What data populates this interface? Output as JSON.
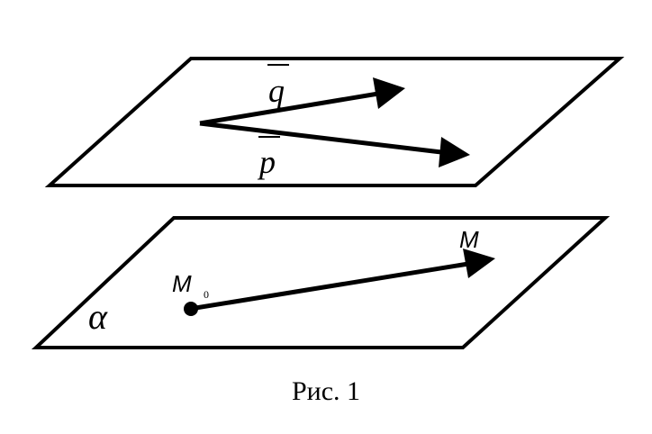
{
  "figure": {
    "caption": "Рис. 1",
    "labels": {
      "vector_q": "q",
      "vector_p": "p",
      "point_m": "M",
      "point_m0": "M",
      "point_m0_subscript": "0",
      "plane_alpha": "α"
    }
  }
}
